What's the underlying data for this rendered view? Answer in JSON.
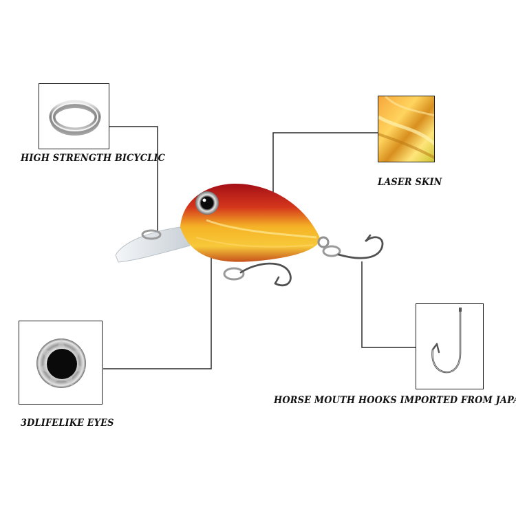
{
  "callouts": {
    "split_ring": {
      "label": "HIGH STRENGTH BICYCLIC",
      "icon": "split-ring-icon"
    },
    "laser_skin": {
      "label": "LASER SKIN",
      "icon": "laser-skin-swatch"
    },
    "eyes": {
      "label": "3DLIFELIKE EYES",
      "icon": "3d-eye-icon"
    },
    "hooks": {
      "label": "HORSE MOUTH HOOKS IMPORTED FROM JAPAN",
      "icon": "fish-hook-icon"
    }
  },
  "colors": {
    "line": "#2a2a2a",
    "lure_red": "#b5161b",
    "lure_gold": "#f2b21f",
    "background": "#ffffff"
  }
}
